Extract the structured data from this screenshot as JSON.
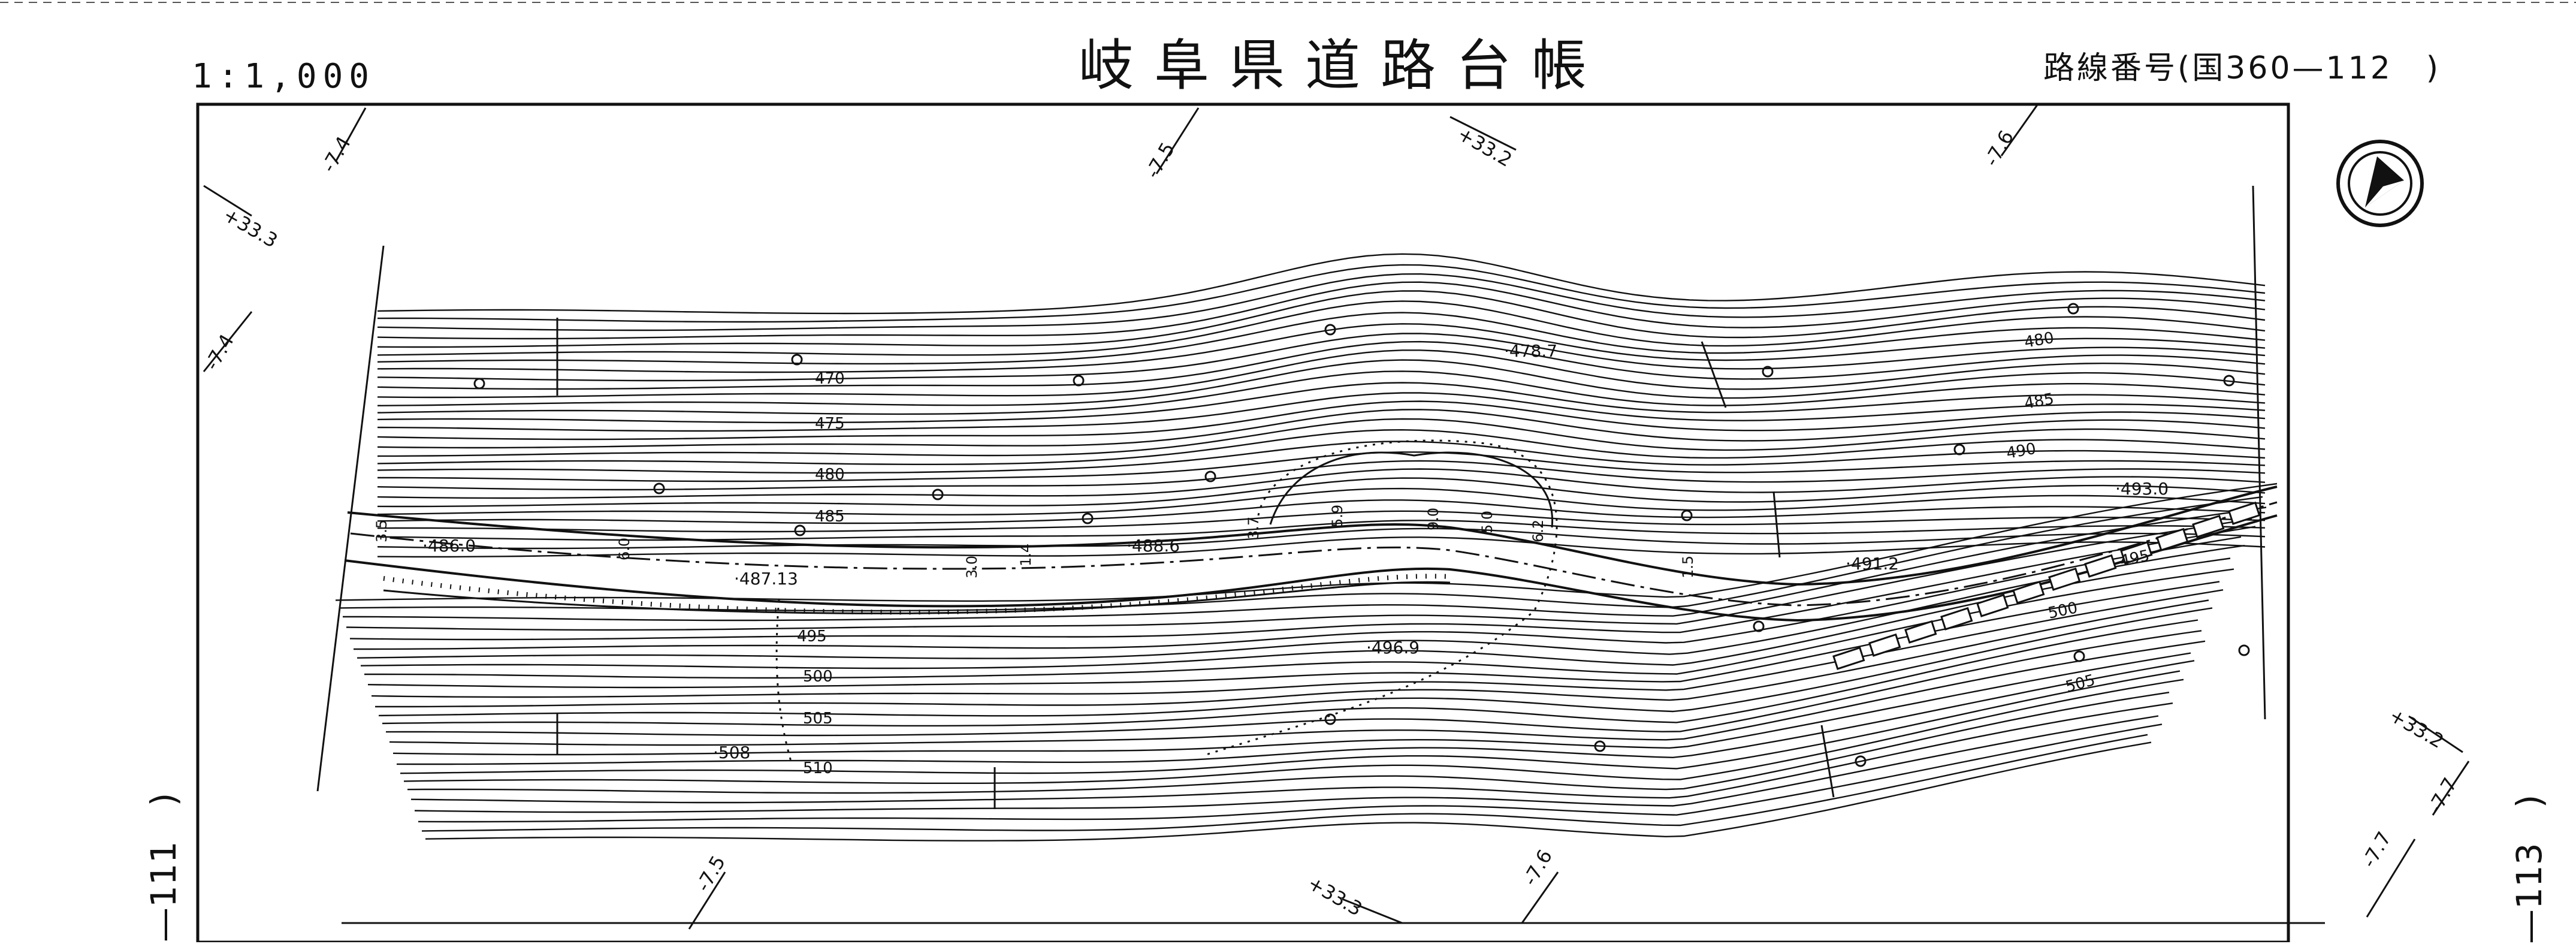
{
  "header": {
    "scale": "1:1,000",
    "title": "岐阜県道路台帳",
    "route_number": "路線番号(国360—112　)"
  },
  "edge_labels": {
    "left": "—111　)",
    "right": "—113　)"
  },
  "north_arrow_icon": "north-arrow-icon",
  "grid_marks": [
    "-7.4",
    "+33.3",
    "-7.4",
    "-7.5",
    "+33.2",
    "-7.6",
    "+33.2",
    "-7.7",
    "-7.7",
    "-7.5",
    "+33.3",
    "-7.6"
  ],
  "contour_labels": [
    "470",
    "475",
    "480",
    "485",
    "480",
    "485",
    "490",
    "495",
    "500",
    "505",
    "495",
    "500",
    "505",
    "510"
  ],
  "spot_heights": [
    "486.0",
    "487.13",
    "488.6",
    "478.7",
    "493.0",
    "491.2",
    "496.9",
    "508"
  ],
  "road_widths": [
    "3.5",
    "6.0",
    "3.0",
    "1.4",
    "3.7",
    "5.9",
    "9.0",
    "5.0",
    "6.2",
    "1.5"
  ],
  "colors": {
    "ink": "#111111",
    "paper": "#ffffff"
  }
}
